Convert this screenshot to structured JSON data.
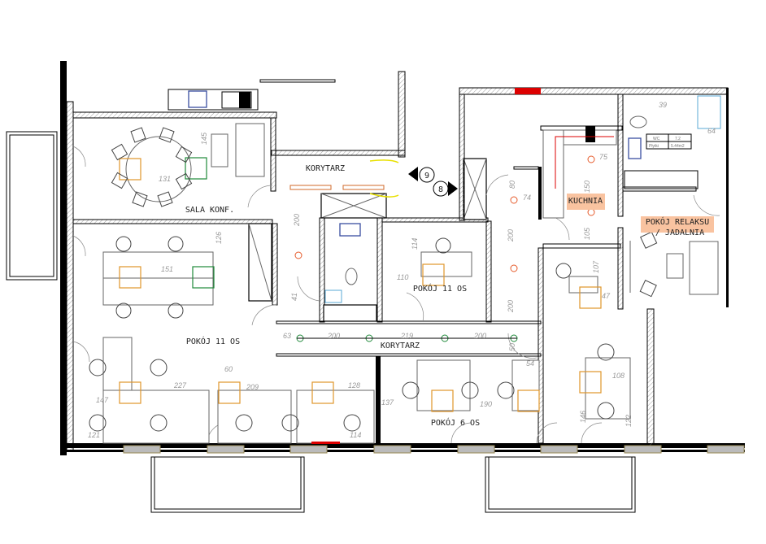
{
  "rooms": {
    "sala_konf": "SALA KONF.",
    "korytarz_upper": "KORYTARZ",
    "pokoj_11_left": "POKÓJ 11 OS",
    "pokoj_11_middle": "POKÓJ 11 OS",
    "korytarz_lower": "KORYTARZ",
    "pokoj_6": "POKÓJ 6 OS",
    "kuchnia": "KUCHNIA",
    "relaks_line1": "POKÓJ RELAKSU",
    "relaks_line2": "/ JADALNIA"
  },
  "markers": {
    "marker_9": "9",
    "marker_8": "8"
  },
  "wc_table": {
    "row1_label": "WC",
    "row1_value": "7.2",
    "row2_label": "Płytki",
    "row2_value": "5.44m2"
  },
  "dimensions": [
    "145",
    "131",
    "126",
    "151",
    "200",
    "114",
    "110",
    "80",
    "74",
    "150",
    "75",
    "105",
    "200",
    "200",
    "107",
    "47",
    "63",
    "200",
    "219",
    "200",
    "50",
    "54",
    "108",
    "146",
    "122",
    "137",
    "190",
    "60",
    "227",
    "209",
    "128",
    "121",
    "114",
    "147",
    "41",
    "39",
    "64"
  ],
  "colors": {
    "walls": "#000000",
    "furniture": "#666666",
    "workstation_marker": "#e0952a",
    "green_marker": "#1f8a3a",
    "room_highlight": "#f9c3a0",
    "lamp": "#e65a2a",
    "sanitary": "#5aa9d6"
  }
}
